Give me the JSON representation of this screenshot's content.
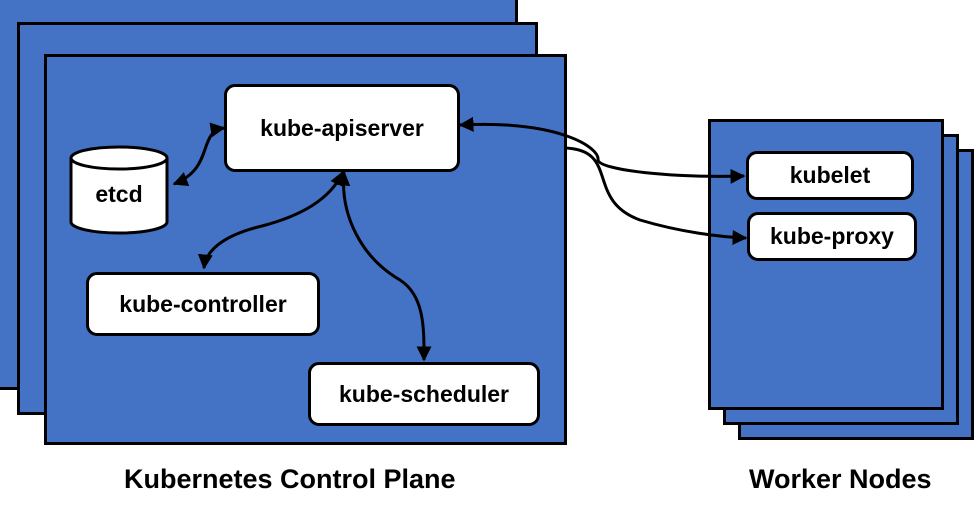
{
  "colors": {
    "layer_fill": "#4472c4",
    "box_fill": "#ffffff",
    "stroke": "#000000"
  },
  "control_plane": {
    "caption": "Kubernetes Control Plane",
    "components": {
      "apiserver": "kube-apiserver",
      "etcd": "etcd",
      "controller": "kube-controller",
      "scheduler": "kube-scheduler"
    }
  },
  "worker_nodes": {
    "caption": "Worker Nodes",
    "components": {
      "kubelet": "kubelet",
      "proxy": "kube-proxy"
    }
  },
  "connections": [
    {
      "from": "kube-apiserver",
      "to": "etcd",
      "direction": "both"
    },
    {
      "from": "kube-apiserver",
      "to": "kube-controller",
      "direction": "both"
    },
    {
      "from": "kube-apiserver",
      "to": "kube-scheduler",
      "direction": "both"
    },
    {
      "from": "kube-apiserver",
      "to": "kubelet",
      "direction": "both"
    },
    {
      "from": "kube-apiserver",
      "to": "kube-proxy",
      "direction": "to"
    }
  ]
}
